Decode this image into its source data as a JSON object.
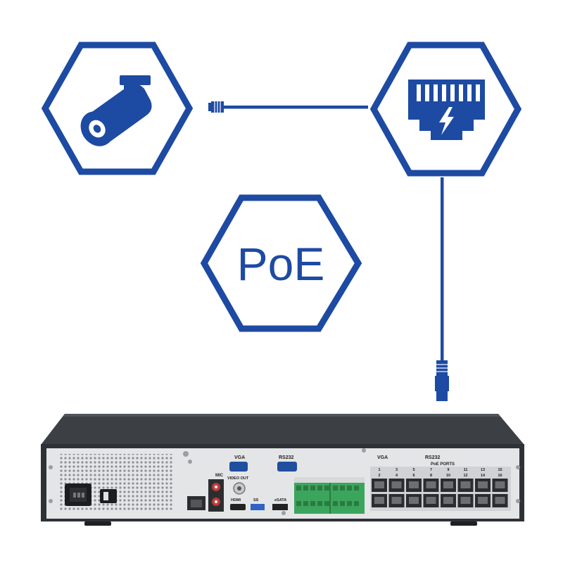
{
  "colors": {
    "brand_blue": "#1d4aa3",
    "chassis_top": "#3a3d42",
    "chassis_panel": "#e6e7e8",
    "green_terminal": "#3ba55c",
    "background": "#ffffff"
  },
  "diagram": {
    "nodes": [
      {
        "id": "camera",
        "icon": "security-camera-icon"
      },
      {
        "id": "poe-port",
        "icon": "ethernet-port-power-icon"
      },
      {
        "id": "poe",
        "label": "PoE"
      }
    ],
    "edges": [
      {
        "from": "camera",
        "to": "poe-port",
        "type": "ethernet-cable"
      },
      {
        "from": "poe-port",
        "to": "nvr",
        "type": "ethernet-cable"
      }
    ]
  },
  "nvr": {
    "labels": {
      "vga_left": "VGA",
      "rs232_left": "RS232",
      "video_out": "VIDEO OUT",
      "mic": "MIC",
      "hdmi": "HDMI",
      "usb": "SS",
      "esata": "eSATA",
      "vga_right": "VGA",
      "rs232_right": "RS232",
      "poe_ports": "PoE PORTS"
    },
    "port_numbers_top": [
      "1",
      "3",
      "5",
      "7",
      "9",
      "11",
      "13",
      "15"
    ],
    "port_numbers_bottom": [
      "2",
      "4",
      "6",
      "8",
      "10",
      "12",
      "14",
      "16"
    ]
  }
}
